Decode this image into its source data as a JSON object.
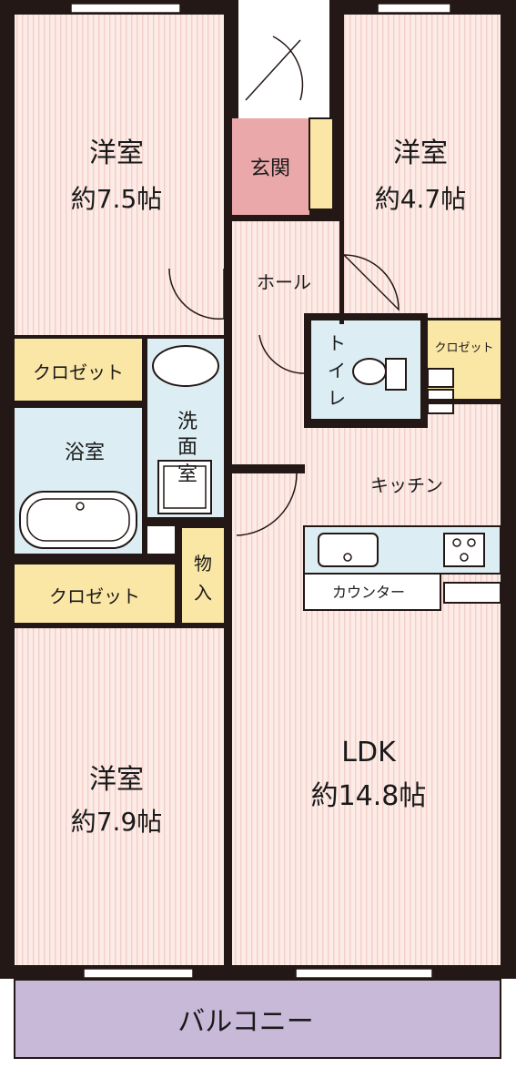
{
  "rooms": {
    "western_room_1": {
      "name": "洋室",
      "size": "約7.5帖"
    },
    "western_room_2": {
      "name": "洋室",
      "size": "約4.7帖"
    },
    "western_room_3": {
      "name": "洋室",
      "size": "約7.9帖"
    },
    "ldk": {
      "name": "LDK",
      "size": "約14.8帖"
    },
    "entrance": "玄関",
    "hall": "ホール",
    "toilet": [
      "ト",
      "イ",
      "レ"
    ],
    "closet_small": "クロゼット",
    "closet_upper": "クロゼット",
    "closet_lower": "クロゼット",
    "bath": "浴室",
    "washroom": [
      "洗",
      "面",
      "室"
    ],
    "storage": [
      "物",
      "入"
    ],
    "kitchen": "キッチン",
    "counter": "カウンター",
    "balcony": "バルコニー"
  },
  "colors": {
    "wall": "#231815",
    "room_floor": "#fcebe6",
    "room_stripe": "#f3cfc7",
    "closet": "#fbe7a5",
    "wet_area": "#dceef3",
    "entrance": "#eba8ab",
    "balcony": "#c9b9d9",
    "counter": "#ffffff"
  }
}
